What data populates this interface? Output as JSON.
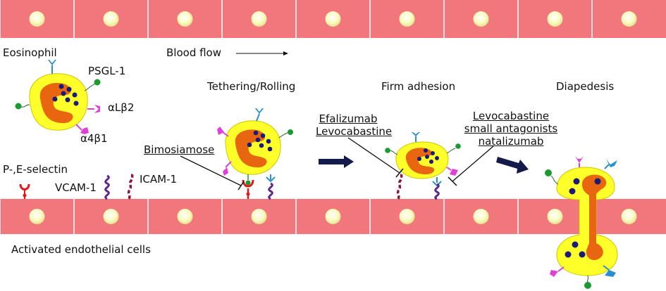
{
  "labels": {
    "eosinophil": "Eosinophil",
    "blood_flow": "Blood flow",
    "psgl1": "PSGL-1",
    "alb2": "αLβ2",
    "a4b1": "α4β1",
    "selectin": "P-,E-selectin",
    "vcam1": "VCAM-1",
    "icam1": "ICAM-1",
    "endothelial": "Activated endothelial cells"
  },
  "stages": {
    "tethering": "Tethering/Rolling",
    "firm": "Firm adhesion",
    "diapedesis": "Diapedesis"
  },
  "drugs": {
    "bimosiamose": "Bimosiamose",
    "efalizumab_1": "Efalizumab",
    "efalizumab_2": "Levocabastine",
    "levo_1": "Levocabastine",
    "levo_2": "small antagonists",
    "levo_3": "natalizumab"
  },
  "colors": {
    "vessel": "#f2777c",
    "nucleus_cell": "#fbfbc2",
    "eosinophil_body": "#ffff2a",
    "eosinophil_nucleus": "#e8660f",
    "granule": "#1a1a7a",
    "arrow": "#141a4a",
    "psgl1": "#2a8fd0",
    "alb2": "#e040d8",
    "a4b1_tip": "#1a9a30",
    "vcam": "#5a2a8a",
    "icam": "#8a1a3a",
    "selectin": "#e01818"
  }
}
